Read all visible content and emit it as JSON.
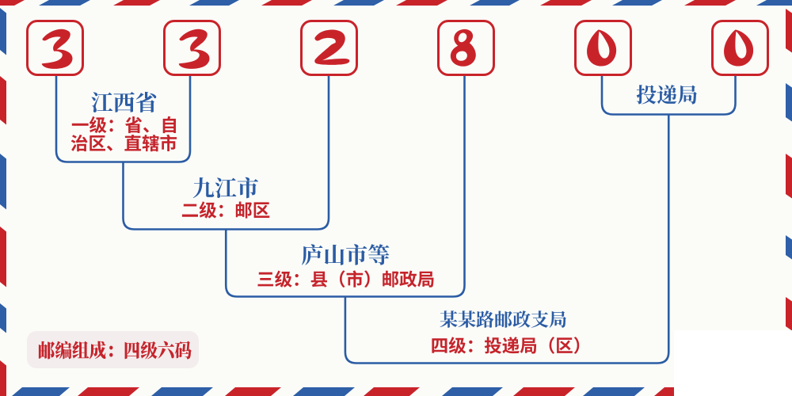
{
  "postal_code": {
    "digits": [
      "3",
      "3",
      "2",
      "8",
      "0",
      "0"
    ],
    "value": "332800"
  },
  "levels": {
    "level1": {
      "name": "江西省",
      "desc_line1": "一级：省、自",
      "desc_line2": "治区、直辖市",
      "desc": "一级：省、自治区、直辖市"
    },
    "level2": {
      "name": "九江市",
      "desc": "二级：邮区"
    },
    "level3": {
      "name": "庐山市等",
      "desc": "三级：县（市）邮政局"
    },
    "level4": {
      "top_label": "投递局",
      "name": "某某路邮政支局",
      "desc": "四级：投递局（区）"
    }
  },
  "caption": {
    "text": "邮编组成：四级六码"
  },
  "colors": {
    "red": "#c9232a",
    "blue": "#2e5fa7",
    "line_blue": "#2b5ca4",
    "background": "#fbfcf8",
    "badge_background": "#f3eded"
  }
}
